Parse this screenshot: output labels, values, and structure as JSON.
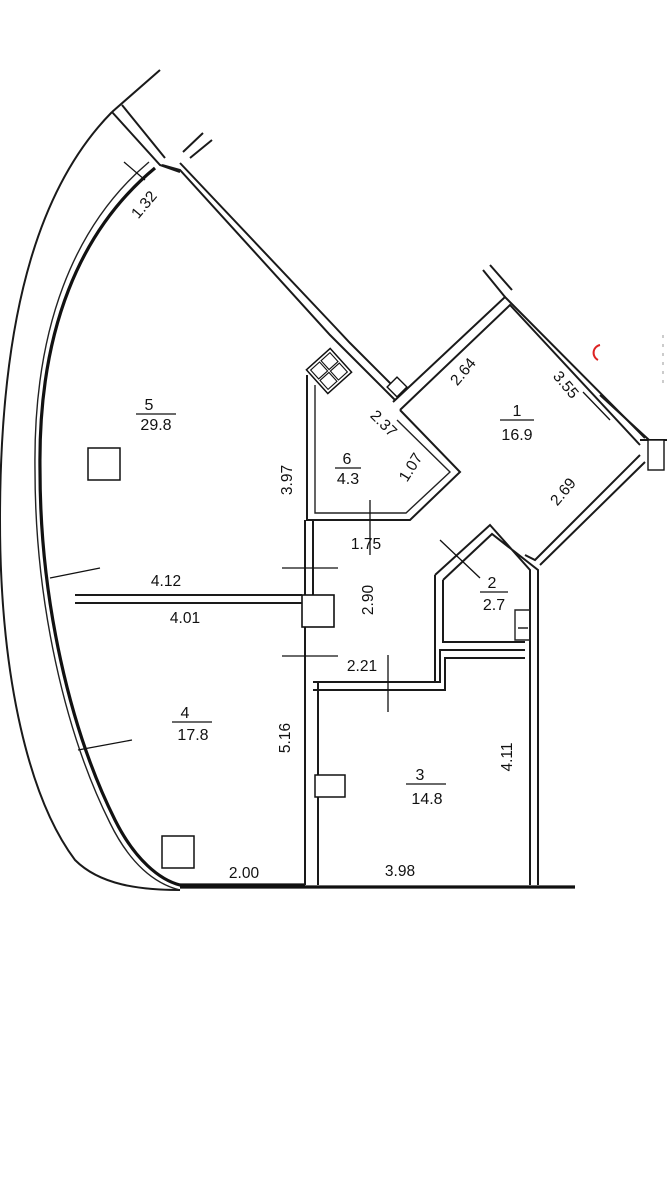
{
  "rooms": [
    {
      "number": "1",
      "area": "16.9"
    },
    {
      "number": "2",
      "area": "2.7"
    },
    {
      "number": "3",
      "area": "14.8"
    },
    {
      "number": "4",
      "area": "17.8"
    },
    {
      "number": "5",
      "area": "29.8"
    },
    {
      "number": "6",
      "area": "4.3"
    }
  ],
  "dimensions": {
    "d_132": "1.32",
    "d_264": "2.64",
    "d_355": "3.55",
    "d_237": "2.37",
    "d_397": "3.97",
    "d_107": "1.07",
    "d_269": "2.69",
    "d_175": "1.75",
    "d_412": "4.12",
    "d_401": "4.01",
    "d_290": "2.90",
    "d_221": "2.21",
    "d_516": "5.16",
    "d_411": "4.11",
    "d_200": "2.00",
    "d_398": "3.98"
  }
}
